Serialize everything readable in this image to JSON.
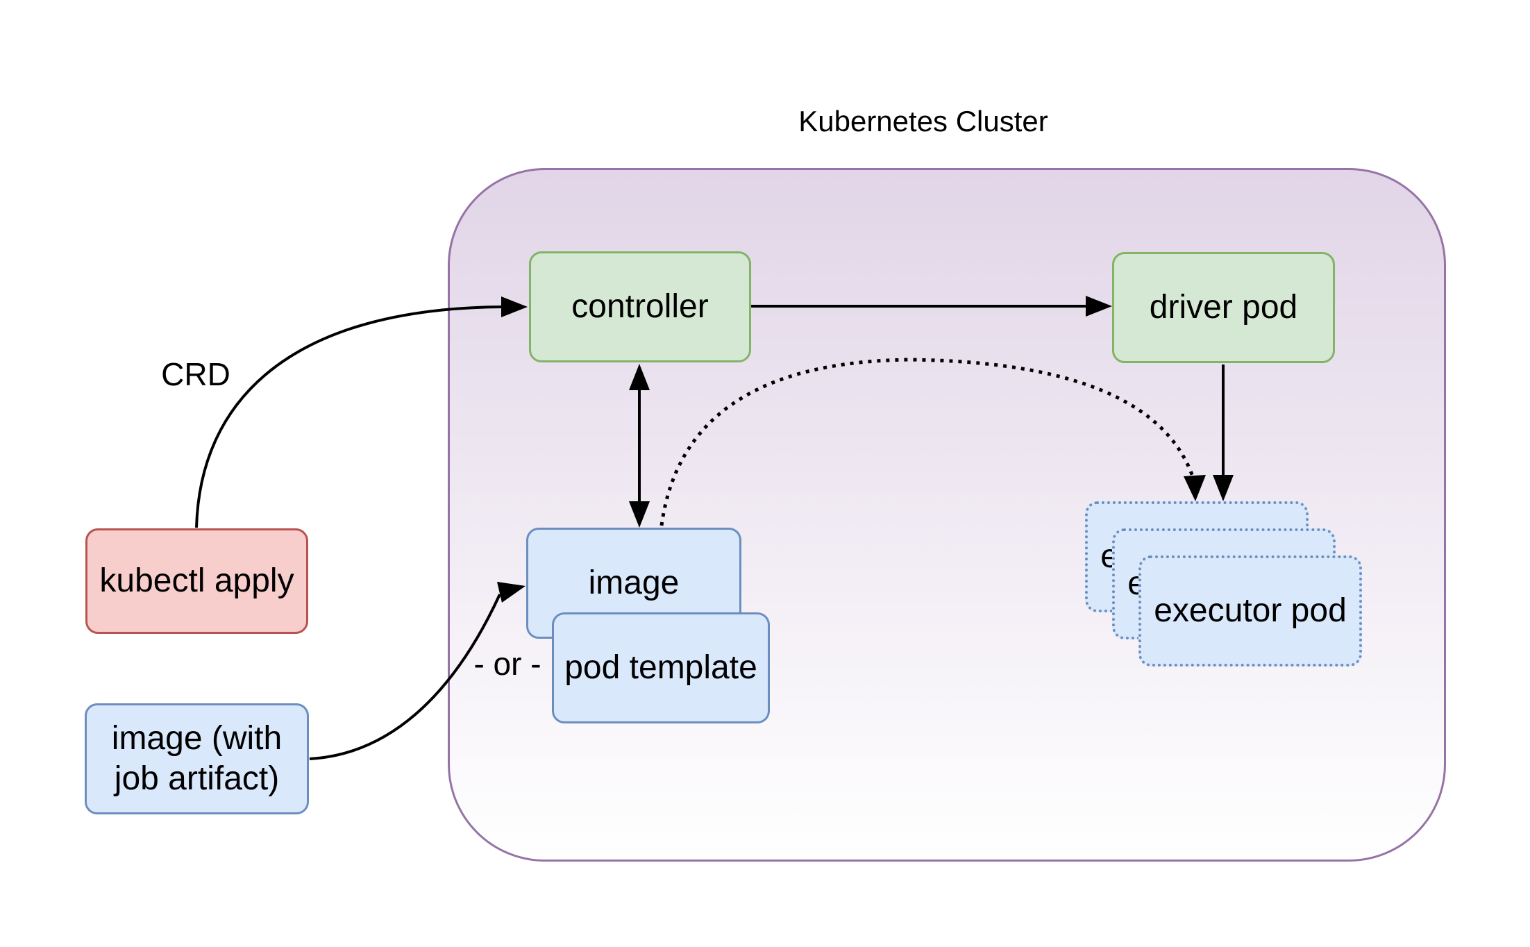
{
  "diagram": {
    "title": "Kubernetes Cluster",
    "nodes": {
      "kubectl_apply": {
        "label": "kubectl apply",
        "color_role": "red",
        "location": "outside-cluster"
      },
      "image_with_job_artifact": {
        "label": "image (with job artifact)",
        "color_role": "blue",
        "location": "outside-cluster"
      },
      "controller": {
        "label": "controller",
        "color_role": "green",
        "location": "inside-cluster"
      },
      "driver_pod": {
        "label": "driver pod",
        "color_role": "green",
        "location": "inside-cluster"
      },
      "image": {
        "label": "image",
        "color_role": "blue",
        "location": "inside-cluster"
      },
      "pod_template": {
        "label": "pod template",
        "color_role": "blue",
        "location": "inside-cluster"
      },
      "executor_pod": {
        "label": "executor pod",
        "color_role": "blue-dotted",
        "count": 3,
        "location": "inside-cluster"
      }
    },
    "edge_labels": {
      "crd": "CRD",
      "or": "- or -"
    },
    "edges": [
      {
        "from": "kubectl_apply",
        "to": "controller",
        "style": "solid-curve",
        "label": "CRD",
        "arrow": "end"
      },
      {
        "from": "controller",
        "to": "driver_pod",
        "style": "solid",
        "arrow": "end"
      },
      {
        "from": "controller",
        "to": "image",
        "style": "solid",
        "arrow": "both"
      },
      {
        "from": "driver_pod",
        "to": "executor_pod",
        "style": "solid",
        "arrow": "end"
      },
      {
        "from": "image",
        "to": "executor_pod",
        "style": "dotted-curve",
        "arrow": "end"
      },
      {
        "from": "image_with_job_artifact",
        "to": "image",
        "style": "solid-curve",
        "arrow": "end"
      }
    ]
  },
  "colors": {
    "cluster_fill_top": "#e1d5e7",
    "cluster_fill_bottom": "#ffffff",
    "cluster_stroke": "#9673a6",
    "green_fill": "#d5e8d4",
    "green_stroke": "#82b366",
    "blue_fill": "#dae8fc",
    "blue_stroke": "#6c8ebf",
    "red_fill": "#f8cecc",
    "red_stroke": "#b85450",
    "ink": "#000000"
  }
}
